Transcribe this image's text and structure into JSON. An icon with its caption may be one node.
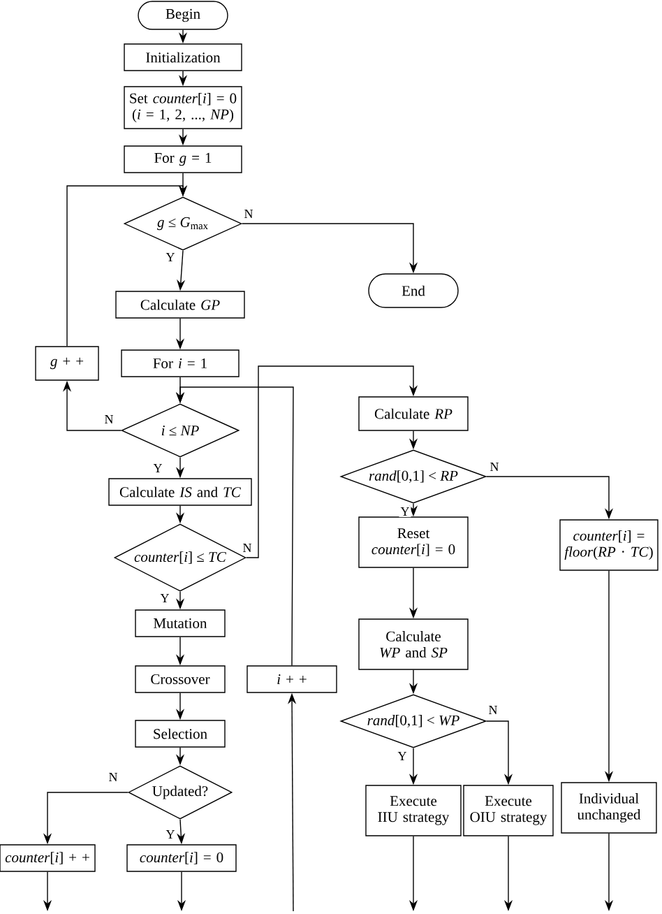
{
  "diagram": {
    "nodes": [
      {
        "text": [
          "Begin"
        ]
      },
      {
        "text": [
          "Initialization"
        ]
      },
      {
        "text": [
          "Set *counter*[*i*] = 0 (*i* = 1, 2, ..., *NP*)"
        ]
      },
      {
        "text": [
          "For *g* = 1"
        ]
      },
      {
        "text": [
          "*g* ≤ *G*$_{max}$"
        ]
      },
      {
        "text": [
          "End"
        ]
      },
      {
        "text": [
          "Calculate *GP*"
        ]
      },
      {
        "text": [
          "*g* + +"
        ]
      },
      {
        "text": [
          "For *i* = 1"
        ]
      },
      {
        "text": [
          "*i* ≤ *NP*"
        ]
      },
      {
        "text": [
          "Calculate *IS* and *TC*"
        ]
      },
      {
        "text": [
          "*counter*[*i*] ≤ *TC*"
        ]
      },
      {
        "text": [
          "Mutation"
        ]
      },
      {
        "text": [
          "Crossover"
        ]
      },
      {
        "text": [
          "Selection"
        ]
      },
      {
        "text": [
          "Updated?"
        ]
      },
      {
        "text": [
          "*counter*[*i*] + +"
        ]
      },
      {
        "text": [
          "*counter*[*i*] = 0"
        ]
      },
      {
        "text": [
          "*i* + +"
        ]
      },
      {
        "text": [
          "Calculate *RP*"
        ]
      },
      {
        "text": [
          "*rand*[0,1] < *RP*"
        ]
      },
      {
        "text": [
          "Reset *counter*[*i*] = 0"
        ]
      },
      {
        "text": [
          "Calculate *WP* and *SP*"
        ]
      },
      {
        "text": [
          "*rand*[0,1] < *WP*"
        ]
      },
      {
        "text": [
          "Execute IIU strategy"
        ]
      },
      {
        "text": [
          "Execute OIU strategy"
        ]
      },
      {
        "text": [
          "*counter*[*i*] = *floor*(*RP* · *TC*)"
        ]
      },
      {
        "text": [
          "Individual unchanged"
        ]
      }
    ],
    "edges": [
      {
        "from": 0,
        "to": 1,
        "arrow": "to"
      },
      {
        "from": 1,
        "to": 2,
        "arrow": "to"
      },
      {
        "from": 2,
        "to": 3,
        "arrow": "to"
      },
      {
        "from": 3,
        "to": 4,
        "arrow": "to"
      },
      {
        "from": 4,
        "to": 5,
        "arrow": "to",
        "label": "N"
      },
      {
        "from": 4,
        "to": 6,
        "arrow": "to",
        "label": "Y"
      },
      {
        "from": 6,
        "to": 8,
        "arrow": "to"
      },
      {
        "from": 8,
        "to": 9,
        "arrow": "to"
      },
      {
        "from": 9,
        "to": 7,
        "arrow": "to",
        "label": "N"
      },
      {
        "from": 7,
        "to": 4,
        "arrow": "to"
      },
      {
        "from": 9,
        "to": 10,
        "arrow": "to",
        "label": "Y"
      },
      {
        "from": 10,
        "to": 11,
        "arrow": "to"
      },
      {
        "from": 11,
        "to": 19,
        "arrow": "to",
        "label": "N"
      },
      {
        "from": 11,
        "to": 12,
        "arrow": "to",
        "label": "Y"
      },
      {
        "from": 12,
        "to": 13,
        "arrow": "to"
      },
      {
        "from": 13,
        "to": 14,
        "arrow": "to"
      },
      {
        "from": 14,
        "to": 15,
        "arrow": "to"
      },
      {
        "from": 15,
        "to": 16,
        "arrow": "to",
        "label": "N"
      },
      {
        "from": 15,
        "to": 17,
        "arrow": "to",
        "label": "Y"
      },
      {
        "from": 18,
        "to": 9,
        "arrow": "to"
      },
      {
        "from": 19,
        "to": 20,
        "arrow": "to"
      },
      {
        "from": 20,
        "to": 21,
        "arrow": "to",
        "label": "Y"
      },
      {
        "from": 20,
        "to": 26,
        "arrow": "to",
        "label": "N"
      },
      {
        "from": 21,
        "to": 22,
        "arrow": "to"
      },
      {
        "from": 22,
        "to": 23,
        "arrow": "to"
      },
      {
        "from": 23,
        "to": 24,
        "arrow": "to",
        "label": "Y"
      },
      {
        "from": 23,
        "to": 25,
        "arrow": "to",
        "label": "N"
      },
      {
        "from": 26,
        "to": 27,
        "arrow": "to"
      },
      {
        "from": 16,
        "to": null,
        "arrow": "to"
      },
      {
        "from": 17,
        "to": null,
        "arrow": "to"
      },
      {
        "from": 24,
        "to": null,
        "arrow": "to"
      },
      {
        "from": 25,
        "to": null,
        "arrow": "to"
      },
      {
        "from": 27,
        "to": null,
        "arrow": "to"
      },
      {
        "from": null,
        "to": 18,
        "arrow": "to"
      }
    ]
  }
}
